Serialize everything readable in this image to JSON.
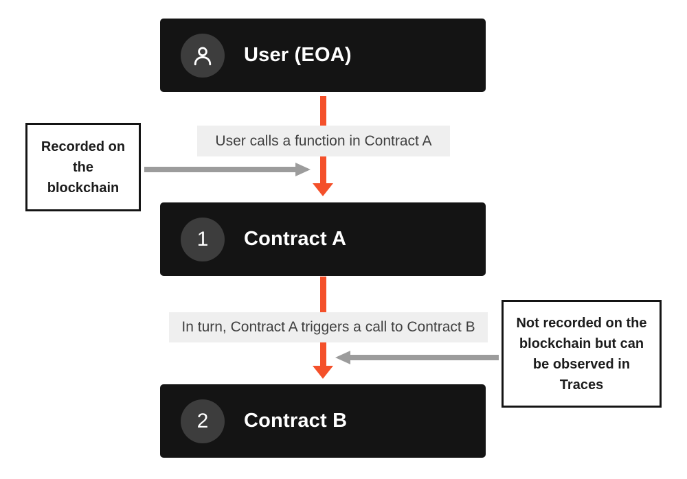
{
  "diagram": {
    "nodes": [
      {
        "id": "user",
        "label": "User (EOA)",
        "icon": "user-icon",
        "badge": ""
      },
      {
        "id": "contract-a",
        "label": "Contract A",
        "badge": "1"
      },
      {
        "id": "contract-b",
        "label": "Contract B",
        "badge": "2"
      }
    ],
    "edge_labels": [
      {
        "text": "User calls a function in Contract A"
      },
      {
        "text": "In turn, Contract A triggers a call to Contract B"
      }
    ],
    "annotations": [
      {
        "side": "left",
        "text": "Recorded on the blockchain"
      },
      {
        "side": "right",
        "text": "Not recorded on the blockchain but can be observed in Traces"
      }
    ]
  },
  "colors": {
    "background": "#ffffff",
    "node_bg": "#141414",
    "node_text": "#ffffff",
    "badge_bg": "#3d3d3d",
    "arrow_orange": "#f4502a",
    "edge_label_bg": "#efefef",
    "edge_label_text": "#3f3f3f",
    "annotation_border": "#141414",
    "annotation_text": "#1c1c1c",
    "gray_arrow": "#9c9c9c"
  }
}
